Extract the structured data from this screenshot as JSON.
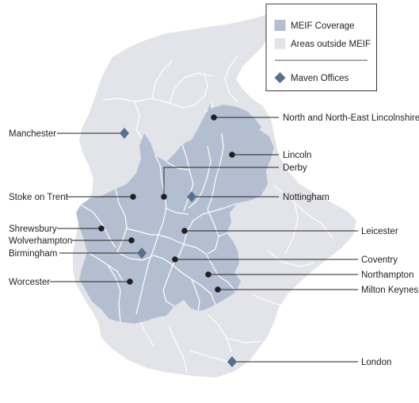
{
  "legend": {
    "coverage_label": "MEIF Coverage",
    "outside_label": "Areas outside MEIF",
    "offices_label": "Maven Offices"
  },
  "colors": {
    "coverage": "#b3bfd1",
    "outside": "#e3e4e9",
    "office_marker": "#55718f",
    "text": "#231f20"
  },
  "places": {
    "north_lincolnshire": "North and North-East Lincolnshire",
    "lincoln": "Lincoln",
    "derby": "Derby",
    "nottingham": "Nottingham",
    "leicester": "Leicester",
    "coventry": "Coventry",
    "northampton": "Northampton",
    "milton_keynes": "Milton Keynes",
    "london": "London",
    "manchester": "Manchester",
    "stoke": "Stoke on Trent",
    "shrewsbury": "Shrewsbury",
    "wolverhampton": "Wolverhampton",
    "birmingham": "Birmingham",
    "worcester": "Worcester"
  }
}
